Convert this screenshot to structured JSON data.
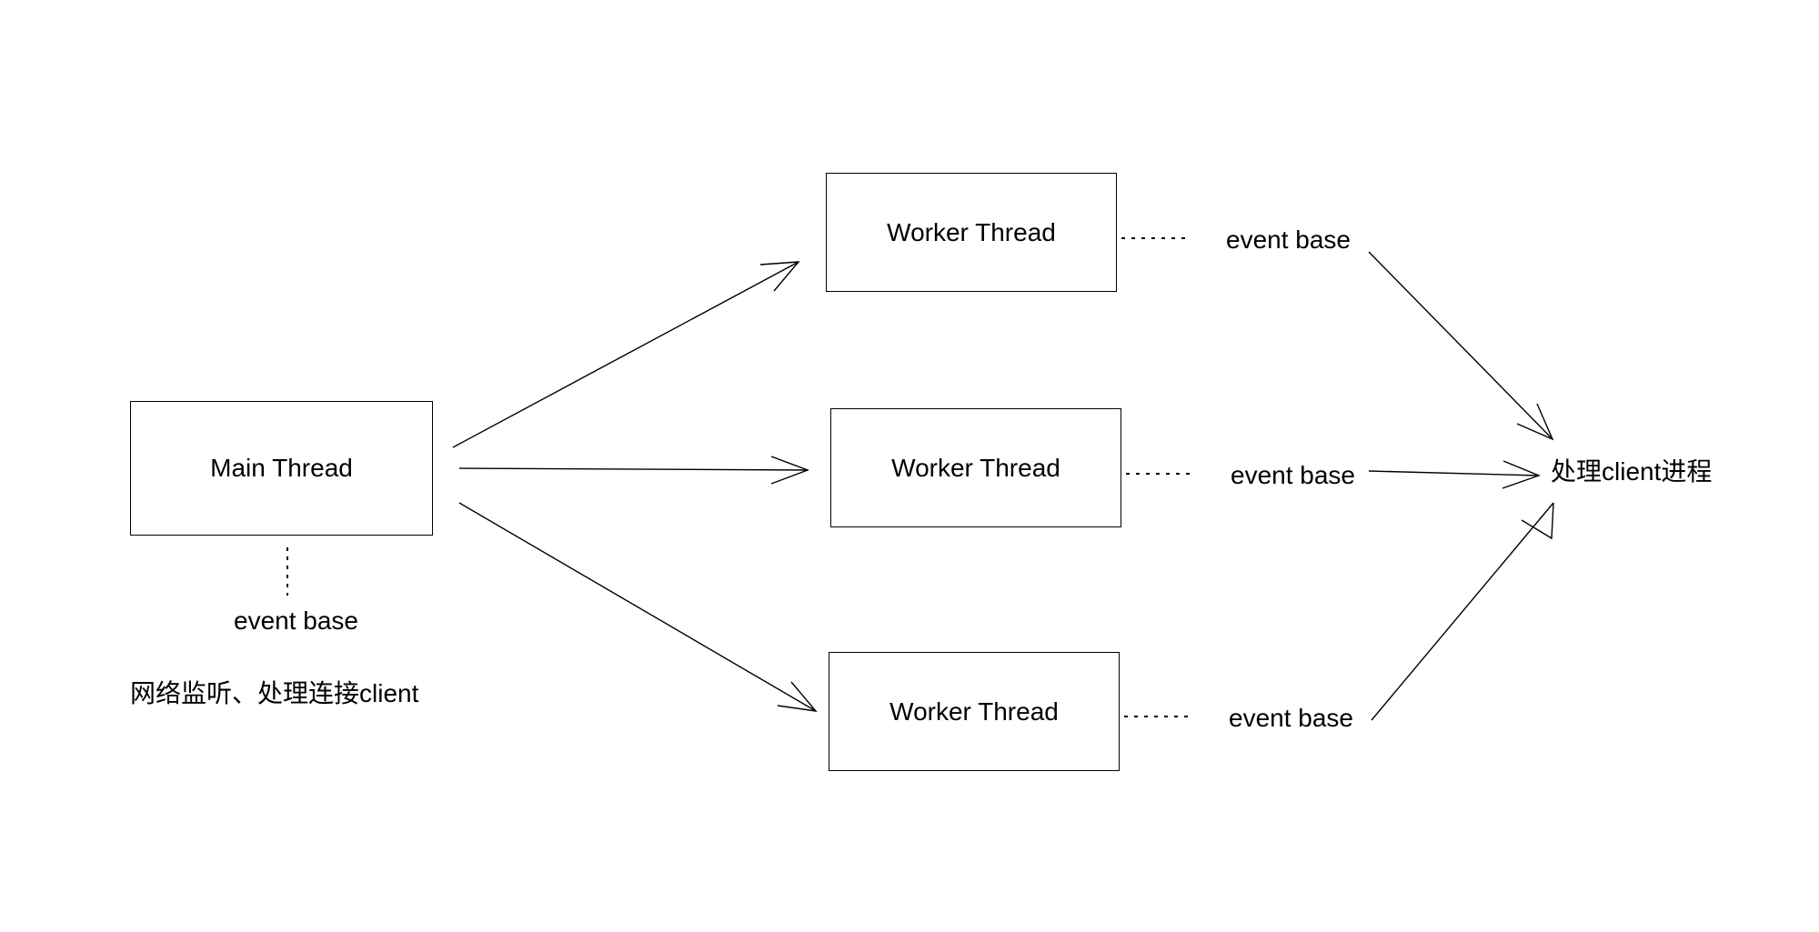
{
  "main_thread": {
    "label": "Main Thread",
    "event_base": "event base",
    "caption": "网络监听、处理连接client"
  },
  "workers": [
    {
      "label": "Worker Thread",
      "event_base": "event base"
    },
    {
      "label": "Worker Thread",
      "event_base": "event base"
    },
    {
      "label": "Worker Thread",
      "event_base": "event base"
    }
  ],
  "client_process": {
    "label": "处理client进程"
  },
  "colors": {
    "stroke": "#000000",
    "background": "#ffffff"
  }
}
